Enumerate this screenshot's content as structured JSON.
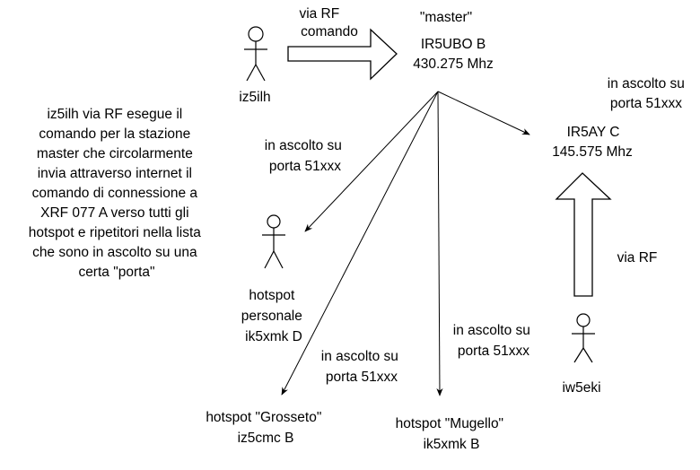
{
  "actors": {
    "iz5ilh": "iz5ilh",
    "hotspot_personale": [
      "hotspot",
      "personale",
      "ik5xmk D"
    ],
    "iw5eki": "iw5eki"
  },
  "master": {
    "label": "\"master\"",
    "name": "IR5UBO B",
    "freq": "430.275 Mhz"
  },
  "rf_command": [
    "via RF",
    "comando"
  ],
  "repeater": {
    "name": "IR5AY C",
    "freq": "145.575 Mhz",
    "listening": [
      "in ascolto su",
      "porta 51xxx"
    ]
  },
  "via_rf": "via RF",
  "description": [
    "iz5ilh via RF esegue il",
    "comando per la stazione",
    "master che circolarmente",
    "invia attraverso internet il",
    "comando di connessione a",
    "XRF 077 A verso tutti gli",
    "hotspot e ripetitori nella lista",
    "che sono in ascolto su una",
    "certa \"porta\""
  ],
  "listen_personale": [
    "in ascolto su",
    "porta 51xxx"
  ],
  "listen_grosseto": [
    "in ascolto su",
    "porta 51xxx"
  ],
  "listen_mugello": [
    "in ascolto su",
    "porta 51xxx"
  ],
  "hotspot_grosseto": [
    "hotspot \"Grosseto\"",
    "iz5cmc B"
  ],
  "hotspot_mugello": [
    "hotspot \"Mugello\"",
    "ik5xmk B"
  ]
}
